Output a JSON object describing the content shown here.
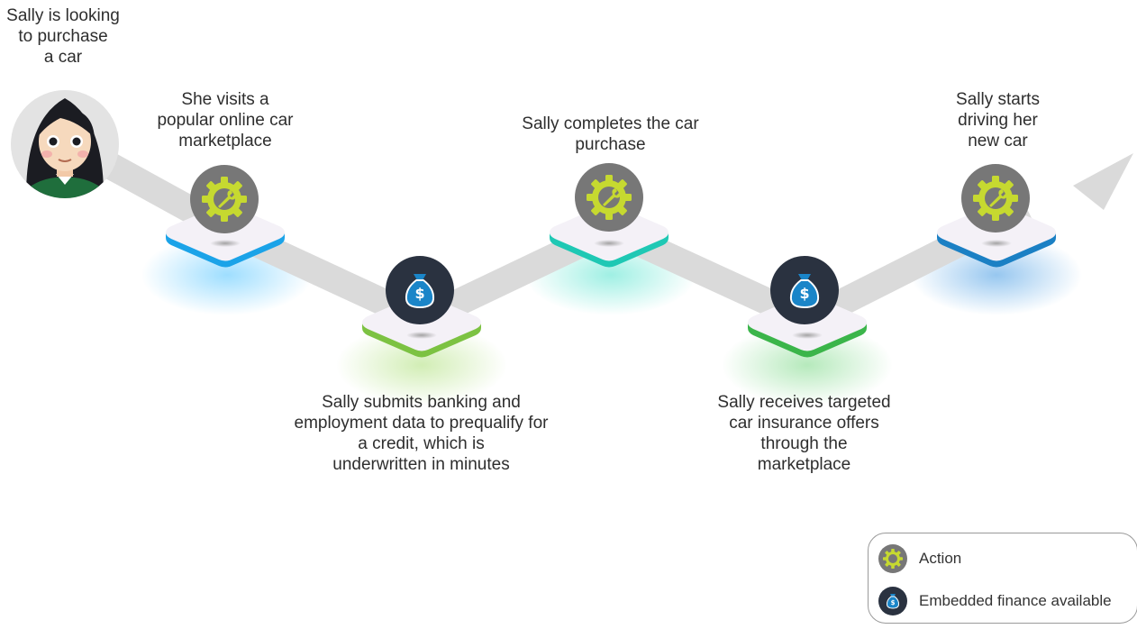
{
  "intro": {
    "text": "Sally is looking\nto purchase\na car"
  },
  "steps": [
    {
      "kind": "action",
      "label": "She visits a\npopular online car\nmarketplace"
    },
    {
      "kind": "finance",
      "label": "Sally submits banking and\nemployment data to prequalify for\na credit, which is\nunderwritten in minutes"
    },
    {
      "kind": "action",
      "label": "Sally completes the car\npurchase"
    },
    {
      "kind": "finance",
      "label": "Sally receives targeted\ncar insurance offers\nthrough the\nmarketplace"
    },
    {
      "kind": "action",
      "label": "Sally starts\ndriving her\nnew car"
    }
  ],
  "legend": {
    "action_label": "Action",
    "finance_label": "Embedded finance available"
  },
  "colors": {
    "path": "#dadada",
    "action_circle": "#777777",
    "action_gear": "#c6d930",
    "finance_circle": "#2a3240",
    "finance_bag": "#1a85c8",
    "tile_face": "#f4f1f7",
    "accent_step1": "#1ba3e8",
    "accent_step2": "#7cc242",
    "accent_step3": "#1fc8b4",
    "accent_step4": "#3bb54a",
    "accent_step5": "#1b80c4"
  }
}
